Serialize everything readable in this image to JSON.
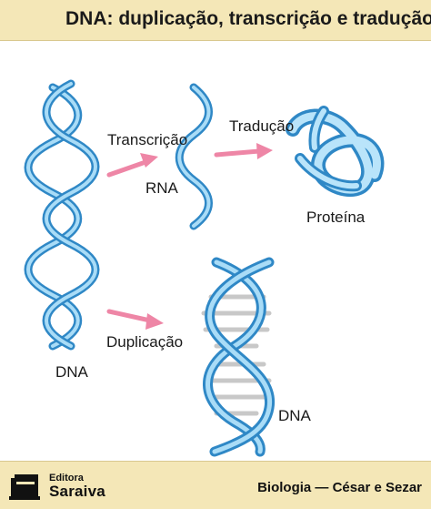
{
  "header": {
    "title": "DNA: duplicação, transcrição e tradução"
  },
  "labels": {
    "transcription": "Transcrição",
    "rna": "RNA",
    "translation": "Tradução",
    "protein": "Proteína",
    "duplication": "Duplicação",
    "dna_left": "DNA",
    "dna_right": "DNA"
  },
  "footer": {
    "publisher_small": "Editora",
    "publisher_big": "Saraiva",
    "credit": "Biologia — César e Sezar"
  },
  "colors": {
    "header_bg": "#f4e7b7",
    "strand_blue": "#7fc2ea",
    "strand_dark": "#2f88c6",
    "arrow_pink": "#ee86a6",
    "rung": "#cfcfcf"
  }
}
